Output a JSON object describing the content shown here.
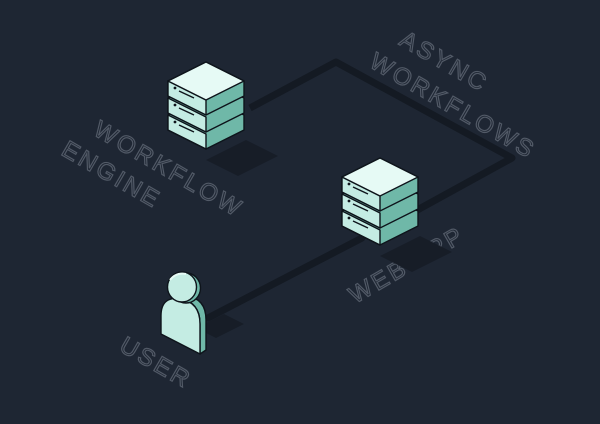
{
  "colors": {
    "background": "#1e2633",
    "connector": "#141a23",
    "shadow": "#171d27",
    "face_top": "#e6faf5",
    "face_front": "#c4ece3",
    "face_side": "#6fb8a8",
    "outline": "#0e141b",
    "label_stroke": "#525a67"
  },
  "nodes": {
    "workflow_engine": {
      "icon": "server-stack-icon",
      "label_line1": "WORKFLOW",
      "label_line2": "ENGINE"
    },
    "web_app": {
      "icon": "server-stack-icon",
      "label": "WEB APP"
    },
    "user": {
      "icon": "user-icon",
      "label": "USER"
    }
  },
  "async_label": {
    "line1": "ASYNC",
    "line2": "WORKFLOWS"
  }
}
